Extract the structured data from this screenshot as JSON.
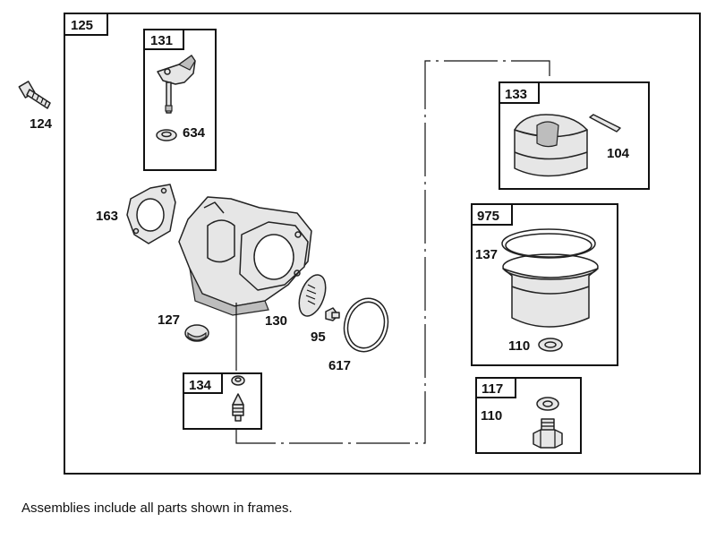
{
  "labels": {
    "assembly_main": "125",
    "assembly_131": "131",
    "assembly_133": "133",
    "assembly_975": "975",
    "assembly_134": "134",
    "assembly_117": "117",
    "part_124": "124",
    "part_634": "634",
    "part_104": "104",
    "part_163": "163",
    "part_137": "137",
    "part_127": "127",
    "part_130": "130",
    "part_95": "95",
    "part_617": "617",
    "part_110_a": "110",
    "part_110_b": "110"
  },
  "footnote": "Assemblies include all parts shown in frames."
}
